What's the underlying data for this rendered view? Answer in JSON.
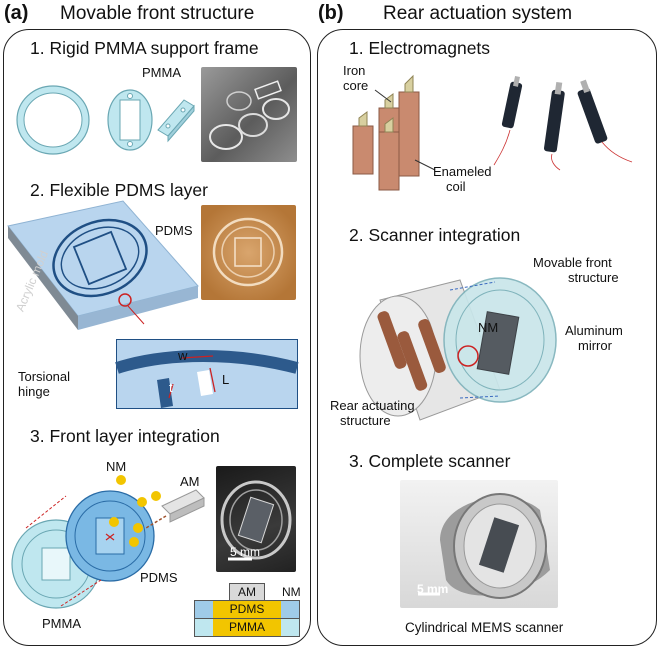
{
  "panel_a": {
    "letter": "(a)",
    "title": "Movable front structure",
    "step1": "1. Rigid PMMA support frame",
    "step1_label": "PMMA",
    "step2": "2. Flexible PDMS layer",
    "mold_text": "Acrylic mold",
    "step2_label": "PDMS",
    "hinge_label_line1": "Torsional",
    "hinge_label_line2": "hinge",
    "dim_w": "w",
    "dim_t": "t",
    "dim_L": "L",
    "step3": "3. Front layer integration",
    "nm_label": "NM",
    "am_label": "AM",
    "pdms_label": "PDMS",
    "pmma_label": "PMMA",
    "scale_bar": "5 mm",
    "stack": {
      "am": "AM",
      "pdms": "PDMS",
      "pmma": "PMMA",
      "nm": "NM"
    }
  },
  "panel_b": {
    "letter": "(b)",
    "title": "Rear actuation system",
    "step1": "1. Electromagnets",
    "iron_core_line1": "Iron",
    "iron_core_line2": "core",
    "coil_line1": "Enameled",
    "coil_line2": "coil",
    "step2": "2. Scanner integration",
    "front_line1": "Movable front",
    "front_line2": "structure",
    "nm": "NM",
    "mirror_line1": "Aluminum",
    "mirror_line2": "mirror",
    "rear_line1": "Rear actuating",
    "rear_line2": "structure",
    "step3": "3. Complete scanner",
    "scale_bar": "5 mm",
    "caption": "Cylindrical MEMS scanner"
  },
  "colors": {
    "pmma": "#bfe7ef",
    "pdms_mold": "#b9d5ee",
    "copper": "#c98a6f",
    "nm_magnet": "#f2c500",
    "accent_red": "#cc2222"
  }
}
